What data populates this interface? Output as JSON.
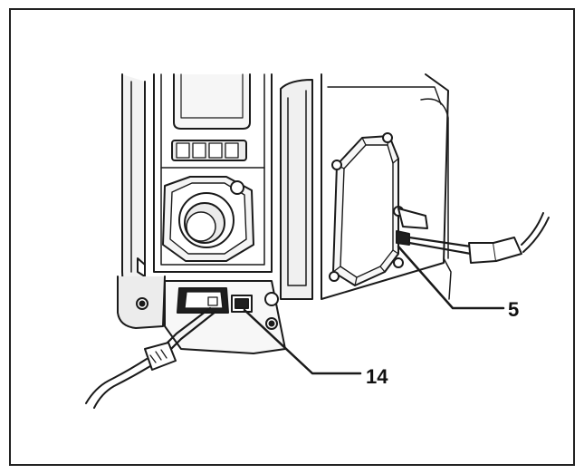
{
  "callouts": [
    {
      "id": "5",
      "label": "5"
    },
    {
      "id": "14",
      "label": "14"
    }
  ],
  "colors": {
    "line": "#1a1a1a",
    "fill_light": "#f4f4f4",
    "fill_mid": "#e2e2e2",
    "frame": "#222222"
  }
}
